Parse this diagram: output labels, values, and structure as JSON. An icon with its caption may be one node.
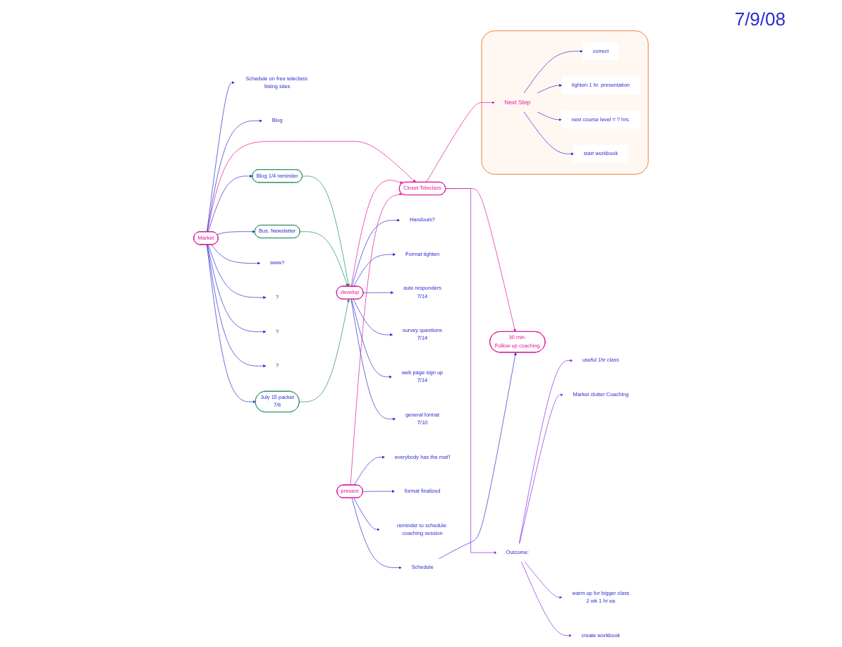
{
  "diagram": {
    "nodes": [
      {
        "text": [
          "Closet Teleclass"
        ]
      },
      {
        "text": [
          "Market"
        ]
      },
      {
        "text": [
          "Schedule on free teleclass listing sites"
        ]
      },
      {
        "text": [
          "Blog"
        ]
      },
      {
        "text": [
          "Blog 1/4 reminder"
        ]
      },
      {
        "text": [
          "Bus. Newsletter"
        ]
      },
      {
        "text": [
          "July 15 packet",
          "7/6"
        ]
      },
      {
        "text": [
          "www?"
        ]
      },
      {
        "text": [
          "?"
        ]
      },
      {
        "text": [
          "?"
        ]
      },
      {
        "text": [
          "?"
        ]
      },
      {
        "text": [
          "develop"
        ]
      },
      {
        "text": [
          "Handouts?"
        ]
      },
      {
        "text": [
          "Format tighten"
        ]
      },
      {
        "text": [
          "auto responders",
          "7/14"
        ]
      },
      {
        "text": [
          "survey questions",
          "7/14"
        ]
      },
      {
        "text": [
          "web page sign up",
          "7/14"
        ]
      },
      {
        "text": [
          "general format",
          "7/10"
        ]
      },
      {
        "text": [
          "Outcome:"
        ]
      },
      {
        "text": [
          "useful 1hr class"
        ]
      },
      {
        "text": [
          "Market clutter Coaching"
        ]
      },
      {
        "text": [
          "warm up for bigger class"
        ],
        "beside": [
          "2 wk 1 hr ea"
        ]
      },
      {
        "text": [
          "create workbook"
        ]
      },
      {
        "text": [
          "30 min.",
          "Follow up coaching"
        ]
      },
      {
        "text": [
          "present"
        ]
      },
      {
        "text": [
          "everybody has the mat'l"
        ]
      },
      {
        "text": [
          "format finalized"
        ]
      },
      {
        "text": [
          "reminder to schedule coaching session"
        ]
      },
      {
        "text": [
          "Schedule"
        ]
      },
      {
        "text": [],
        "shape": "cloud"
      },
      {
        "text": [
          "Next Step"
        ],
        "in": 29
      },
      {
        "text": [
          "correct"
        ],
        "in": 29
      },
      {
        "text": [
          "tighten 1 hr. presentation"
        ],
        "in": 29
      },
      {
        "text": [
          "next course level = ? hrs."
        ],
        "in": 29
      },
      {
        "text": [
          "start workbook"
        ],
        "in": 29
      }
    ],
    "edges": [
      {
        "from": 0,
        "to": 18,
        "arrow": "to",
        "color": "#8a2be2"
      },
      {
        "from": 18,
        "to": 19,
        "arrow": "to",
        "color": "#8a2be2"
      },
      {
        "from": 18,
        "to": 20,
        "arrow": "to",
        "color": "#8a2be2"
      },
      {
        "from": 18,
        "to": 21,
        "arrow": "to",
        "color": "#8a2be2"
      },
      {
        "from": 18,
        "to": 22,
        "arrow": "to",
        "color": "#8a2be2"
      },
      {
        "from": 1,
        "to": 0,
        "arrow": "to",
        "color": "#e0159a"
      },
      {
        "from": 1,
        "to": 2,
        "arrow": "to"
      },
      {
        "from": 1,
        "to": 3,
        "arrow": "to"
      },
      {
        "from": 1,
        "to": 4,
        "arrow": "to"
      },
      {
        "from": 1,
        "to": 5,
        "arrow": "to"
      },
      {
        "from": 1,
        "to": 6,
        "arrow": "to"
      },
      {
        "from": 1,
        "to": 7,
        "arrow": "to"
      },
      {
        "from": 1,
        "to": 8,
        "arrow": "to"
      },
      {
        "from": 1,
        "to": 9,
        "arrow": "to"
      },
      {
        "from": 1,
        "to": 10,
        "arrow": "to"
      },
      {
        "from": 4,
        "to": 11,
        "arrow": "to",
        "color": "#1f8a5a"
      },
      {
        "from": 5,
        "to": 11,
        "arrow": "to",
        "color": "#1f8a5a"
      },
      {
        "from": 6,
        "to": 11,
        "arrow": "to",
        "color": "#1f8a5a"
      },
      {
        "from": 11,
        "to": 12,
        "arrow": "to"
      },
      {
        "from": 11,
        "to": 13,
        "arrow": "to"
      },
      {
        "from": 11,
        "to": 14,
        "arrow": "to"
      },
      {
        "from": 11,
        "to": 15,
        "arrow": "to"
      },
      {
        "from": 11,
        "to": 16,
        "arrow": "to"
      },
      {
        "from": 11,
        "to": 17,
        "arrow": "to"
      },
      {
        "from": 11,
        "to": 0,
        "arrow": "to",
        "color": "#e0159a"
      },
      {
        "from": 0,
        "to": 23,
        "arrow": "to",
        "color": "#e0159a"
      },
      {
        "from": 24,
        "to": 0,
        "arrow": "to",
        "color": "#e0159a"
      },
      {
        "from": 24,
        "to": 25,
        "arrow": "to"
      },
      {
        "from": 24,
        "to": 26,
        "arrow": "to"
      },
      {
        "from": 24,
        "to": 27,
        "arrow": "to"
      },
      {
        "from": 24,
        "to": 28,
        "arrow": "to"
      },
      {
        "from": 28,
        "to": 23,
        "arrow": "to"
      },
      {
        "from": 0,
        "to": 30,
        "arrow": "to",
        "color": "#e0159a"
      },
      {
        "from": 30,
        "to": 31,
        "arrow": "to"
      },
      {
        "from": 30,
        "to": 32,
        "arrow": "to"
      },
      {
        "from": 30,
        "to": 33,
        "arrow": "to"
      },
      {
        "from": 30,
        "to": 34,
        "arrow": "to"
      }
    ],
    "labels": [
      "7/9/08"
    ]
  }
}
